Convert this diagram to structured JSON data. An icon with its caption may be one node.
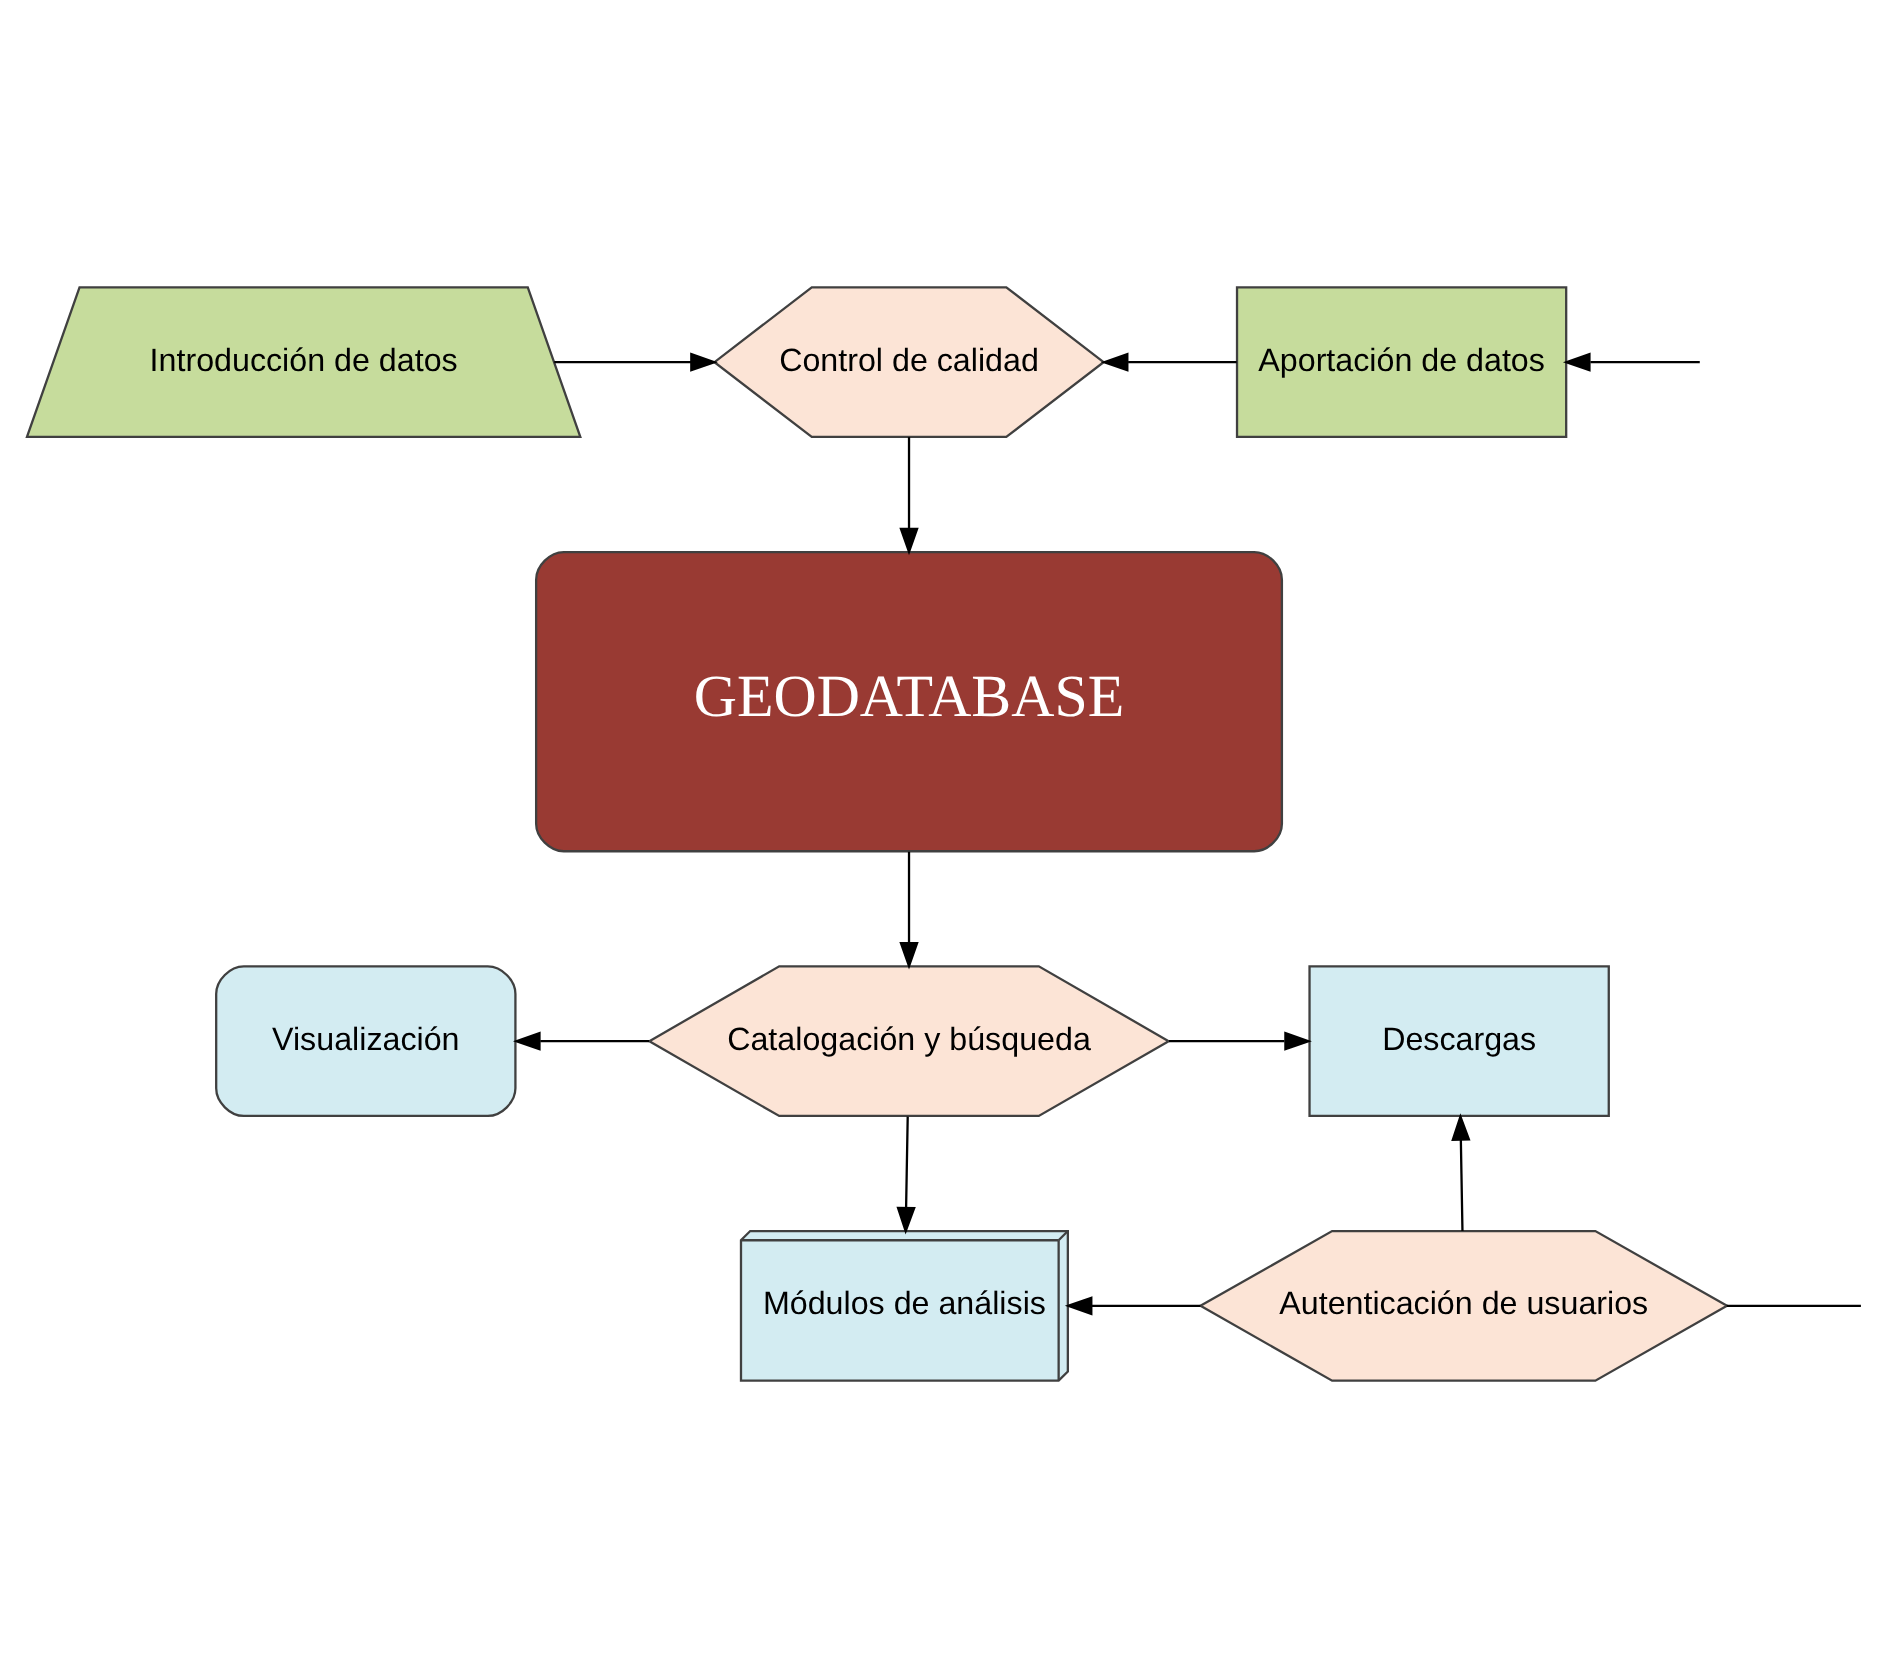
{
  "diagram": {
    "nodes": [
      {
        "text": [
          "Introducción de datos"
        ]
      },
      {
        "text": [
          "Control de calidad"
        ]
      },
      {
        "text": [
          "Aportación de datos"
        ]
      },
      {
        "text": [
          "GEODATABASE"
        ]
      },
      {
        "text": [
          "Catalogación y búsqueda"
        ]
      },
      {
        "text": [
          "Visualización"
        ]
      },
      {
        "text": [
          "Descargas"
        ]
      },
      {
        "text": [
          "Módulos de análisis"
        ]
      },
      {
        "text": [
          "Autenticación de usuarios"
        ]
      }
    ],
    "edges": [
      {
        "from": 0,
        "to": 1,
        "arrow": "to"
      },
      {
        "from": 2,
        "to": 1,
        "arrow": "to"
      },
      {
        "from": null,
        "to": 2,
        "arrow": "to"
      },
      {
        "from": 1,
        "to": 3,
        "arrow": "to"
      },
      {
        "from": 3,
        "to": 4,
        "arrow": "to"
      },
      {
        "from": 4,
        "to": 5,
        "arrow": "to"
      },
      {
        "from": 4,
        "to": 6,
        "arrow": "to"
      },
      {
        "from": 4,
        "to": 7,
        "arrow": "to"
      },
      {
        "from": 8,
        "to": 6,
        "arrow": "to"
      },
      {
        "from": 8,
        "to": 7,
        "arrow": "to"
      },
      {
        "from": 8,
        "to": null,
        "arrow": "none"
      }
    ]
  }
}
